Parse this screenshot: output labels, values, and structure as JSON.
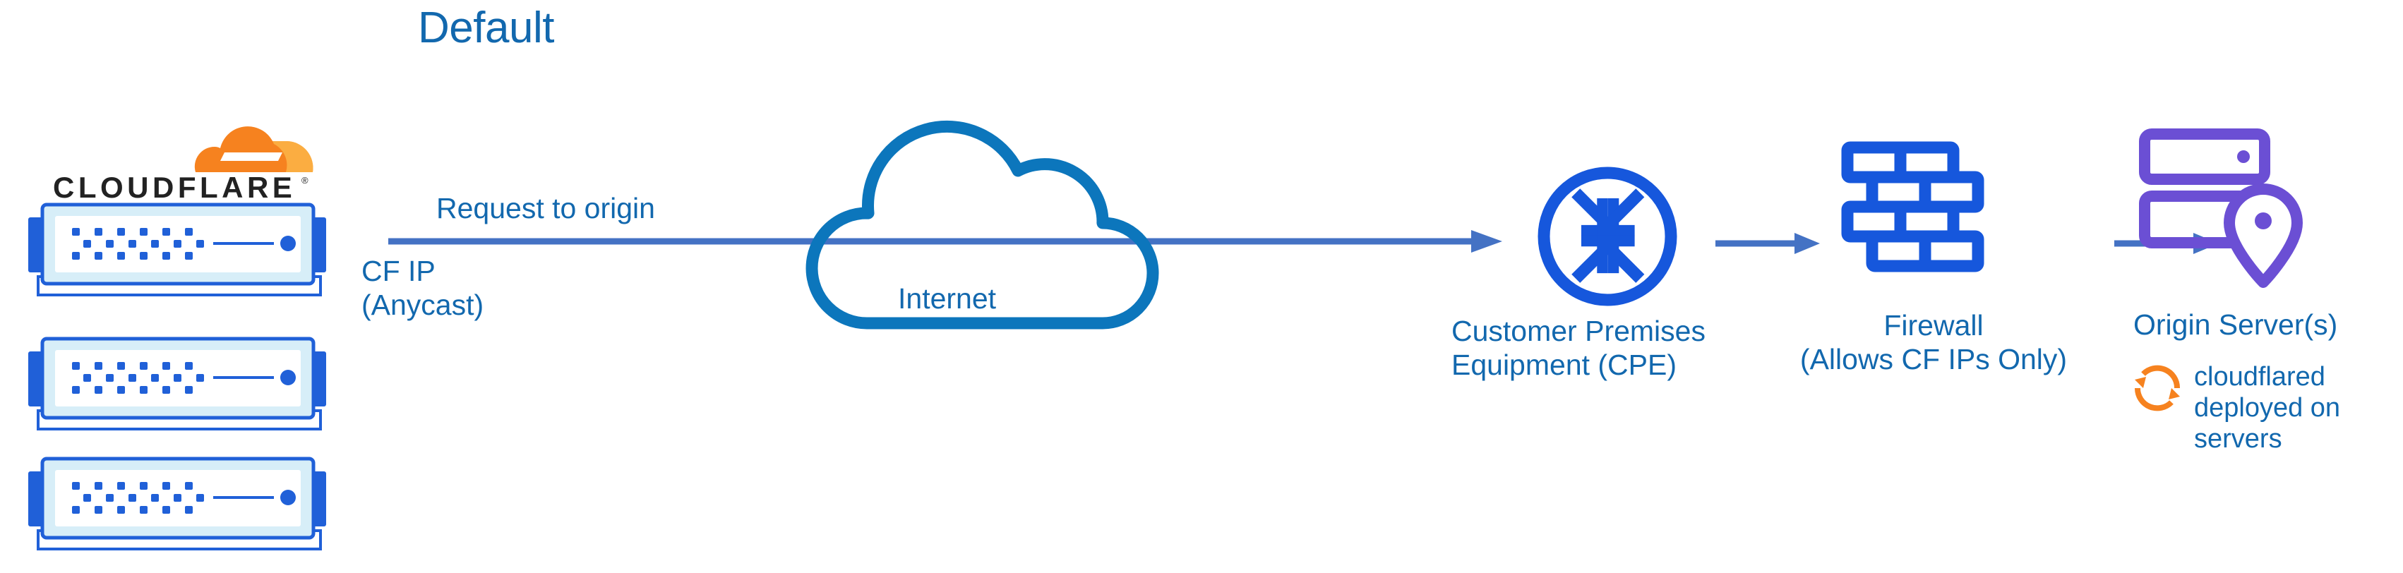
{
  "diagram": {
    "title": "Default",
    "title_color": "#1268ae",
    "background": "#ffffff"
  },
  "colors": {
    "brand_blue": "#1268ae",
    "arrow_blue": "#4472c4",
    "icon_blue": "#1657dc",
    "cloud_stroke": "#0c76bc",
    "origin_purple": "#6b4fd4",
    "cloudflare_orange": "#f6821f",
    "cloudflare_orange_light": "#fbad41",
    "wordmark_black": "#222222",
    "server_body": "#d7eef8",
    "server_border": "#2060d8"
  },
  "brand": {
    "logo_name": "cloudflare-logo",
    "wordmark": "CLOUDFLARE",
    "registered_mark": "®"
  },
  "edge_servers": {
    "name": "cloudflare-edge-server-stack",
    "count": 3,
    "caption_primary": "CF IP",
    "caption_secondary": "(Anycast)",
    "caption": "CF IP\n(Anycast)"
  },
  "flow": {
    "request_label": "Request to origin",
    "arrows": [
      {
        "name": "arrow-edge-to-cpe",
        "label": "Request to origin"
      },
      {
        "name": "arrow-cpe-to-firewall",
        "label": ""
      },
      {
        "name": "arrow-firewall-to-origin",
        "label": ""
      }
    ]
  },
  "nodes": [
    {
      "name": "internet-cloud",
      "icon": "cloud-icon",
      "label": "Internet",
      "color": "#0c76bc"
    },
    {
      "name": "customer-premises-equipment",
      "icon": "router-icon",
      "label": "Customer Premises\nEquipment (CPE)",
      "label_line1": "Customer Premises",
      "label_line2": "Equipment (CPE)",
      "color": "#1657dc"
    },
    {
      "name": "firewall",
      "icon": "brick-wall-icon",
      "label": "Firewall\n(Allows CF IPs Only)",
      "label_line1": "Firewall",
      "label_line2": "(Allows CF IPs Only)",
      "color": "#1657dc"
    },
    {
      "name": "origin-servers",
      "icon": "server-pin-icon",
      "label": "Origin Server(s)",
      "color": "#6b4fd4"
    }
  ],
  "annotation": {
    "name": "cloudflared-annotation",
    "icon": "sync-arrows-icon",
    "icon_color": "#f6821f",
    "text": "cloudflared\ndeployed on\nservers",
    "line1": "cloudflared",
    "line2": "deployed on",
    "line3": "servers"
  }
}
